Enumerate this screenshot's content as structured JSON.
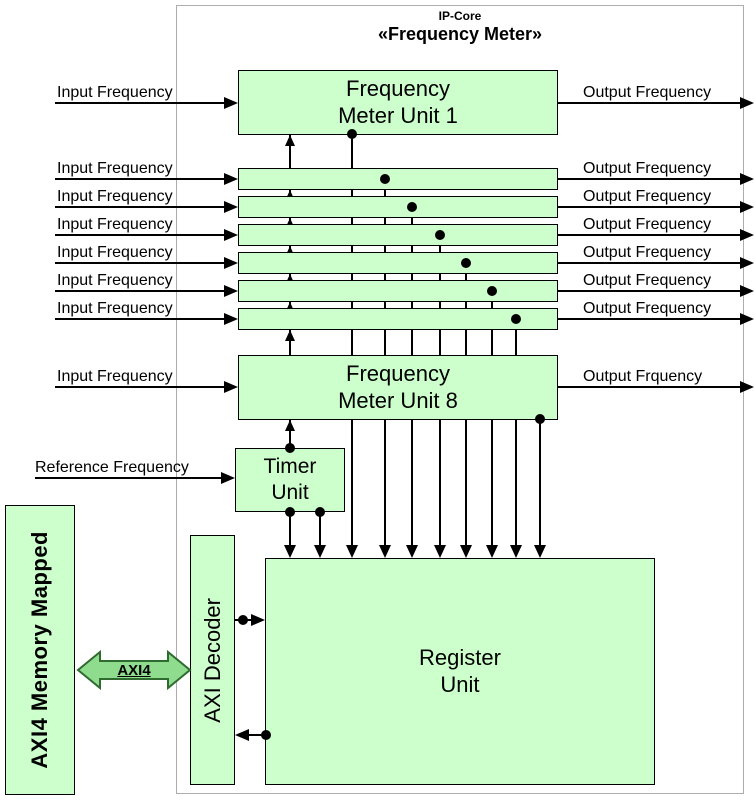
{
  "header": {
    "kicker": "IP-Core",
    "title": "«Frequency Meter»"
  },
  "blocks": {
    "unit1": "Frequency\nMeter Unit 1",
    "unit8": "Frequency\nMeter Unit 8",
    "timer": "Timer\nUnit",
    "register": "Register\nUnit",
    "axi_decoder": "AXI Decoder",
    "axi4_memory_mapped": "AXI4 Memory Mapped",
    "axi4_bus": "AXI4"
  },
  "io": {
    "inputs": [
      "Input Frequency",
      "Input Frequency",
      "Input Frequency",
      "Input Frequency",
      "Input Frequency",
      "Input Frequency",
      "Input Frequency",
      "Input Frequency"
    ],
    "outputs": [
      "Output Frequency",
      "Output Frequency",
      "Output Frequency",
      "Output Frequency",
      "Output Frequency",
      "Output Frequency",
      "Output Frequency",
      "Output Frquency"
    ],
    "reference": "Reference Frequency"
  },
  "colors": {
    "block_fill": "#ccffcc",
    "block_border": "#000000",
    "wire": "#000000",
    "boundary_border": "#adadad",
    "axi_arrow_fill": "#8fdc8f",
    "axi_arrow_border": "#2f6b2f"
  }
}
